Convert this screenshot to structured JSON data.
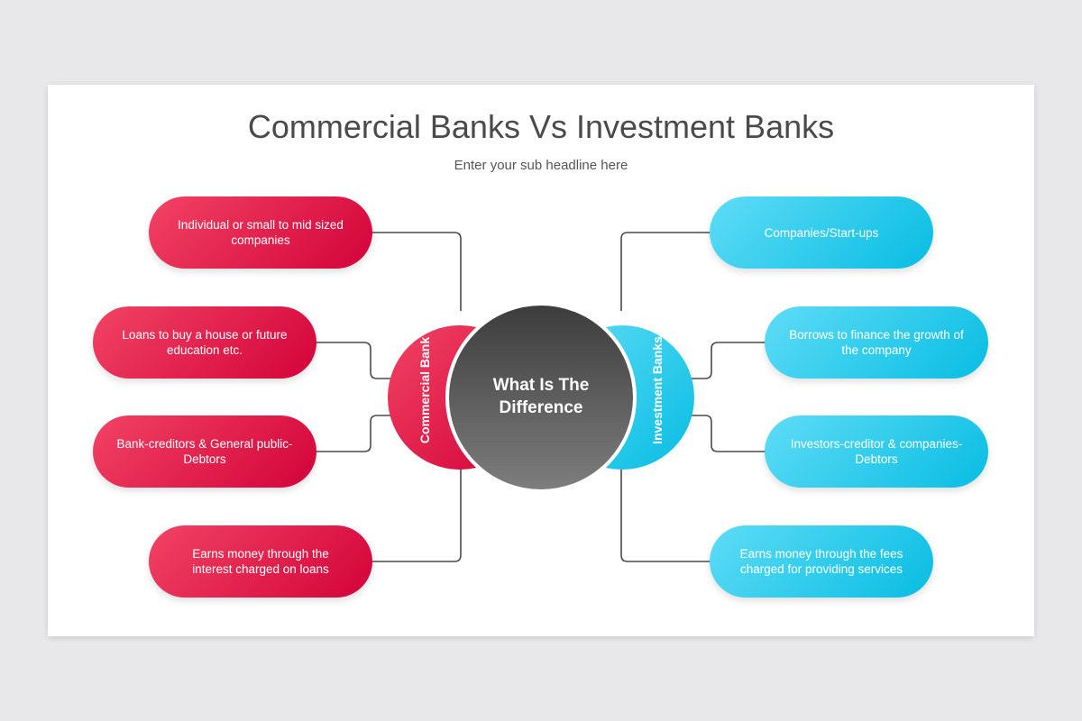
{
  "header": {
    "title": "Commercial Banks Vs Investment Banks",
    "subtitle": "Enter your sub headline here"
  },
  "center": {
    "label": "What Is The Difference"
  },
  "commercial": {
    "label": "Commercial Bank",
    "color": "#e01a47",
    "items": [
      "Individual or small to mid sized companies",
      "Loans to buy a house or future education etc.",
      "Bank-creditors & General public-Debtors",
      "Earns money through the interest charged on loans"
    ]
  },
  "investment": {
    "label": "Investment Banks",
    "color": "#1cc6ea",
    "items": [
      "Companies/Start-ups",
      "Borrows to finance the growth of the company",
      "Investors-creditor & companies-Debtors",
      "Earns money through the fees charged for providing services"
    ]
  }
}
